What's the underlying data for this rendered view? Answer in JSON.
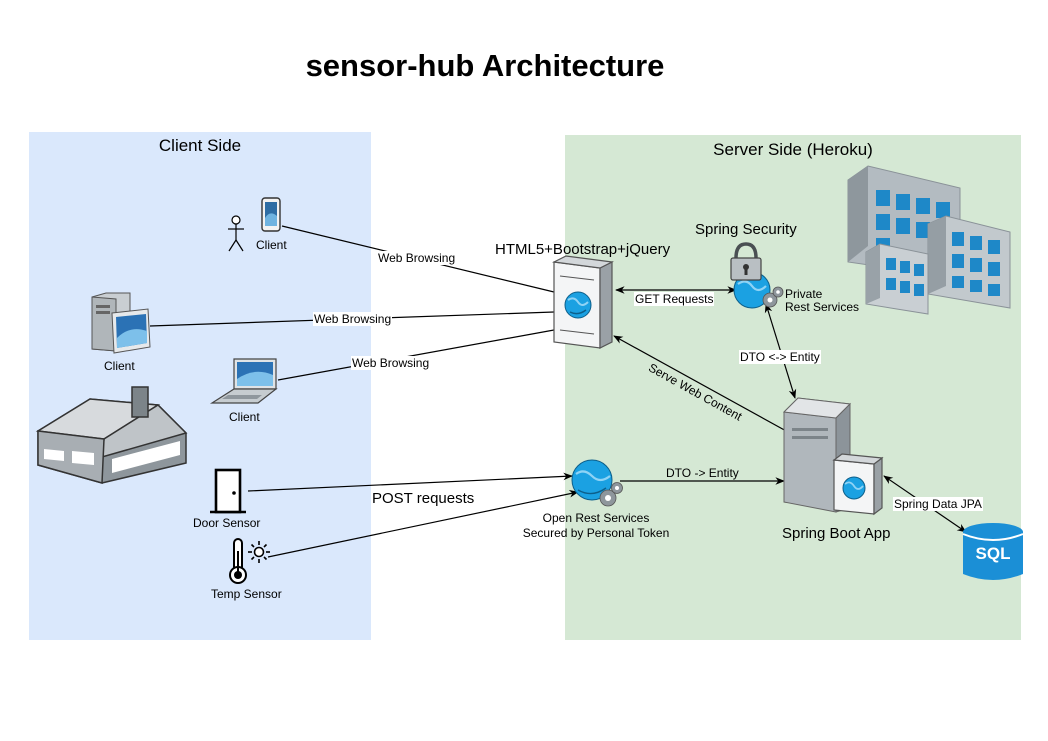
{
  "diagram": {
    "title": "sensor-hub Architecture",
    "zones": {
      "client": {
        "title": "Client Side",
        "fill": "#dae8fc"
      },
      "server": {
        "title": "Server Side (Heroku)",
        "fill": "#d5e8d4"
      }
    },
    "nodes": {
      "mobile_client": {
        "label": "Client",
        "icon": "actor-with-phone-icon"
      },
      "desktop_client": {
        "label": "Client",
        "icon": "desktop-computer-icon"
      },
      "laptop_client": {
        "label": "Client",
        "icon": "laptop-icon"
      },
      "house": {
        "icon": "house-icon"
      },
      "door_sensor": {
        "label": "Door Sensor",
        "icon": "door-icon"
      },
      "temp_sensor": {
        "label": "Temp Sensor",
        "icon": "thermometer-sun-icon"
      },
      "web_server": {
        "label": "HTML5+Bootstrap+jQuery",
        "icon": "web-server-icon"
      },
      "spring_security": {
        "label": "Spring Security",
        "icon": "padlock-globe-icon"
      },
      "private_rest": {
        "label_line1": "Private",
        "label_line2": "Rest Services",
        "icon": "globe-gear-icon"
      },
      "open_rest": {
        "label_line1": "Open Rest Services",
        "label_line2": "Secured by Personal Token",
        "icon": "globe-gear-icon"
      },
      "spring_boot": {
        "label": "Spring Boot App",
        "icon": "server-tower-icon"
      },
      "sql_db": {
        "label": "SQL",
        "icon": "database-cylinder-icon"
      },
      "buildings": {
        "icon": "office-buildings-icon"
      }
    },
    "edges": {
      "mobile_web": {
        "label": "Web Browsing"
      },
      "desktop_web": {
        "label": "Web Browsing"
      },
      "laptop_web": {
        "label": "Web Browsing"
      },
      "get_requests": {
        "label": "GET Requests"
      },
      "serve_web": {
        "label": "Serve Web Content"
      },
      "dto_entity_bidir": {
        "label": "DTO <-> Entity"
      },
      "post_requests": {
        "label": "POST requests"
      },
      "dto_entity": {
        "label": "DTO -> Entity"
      },
      "spring_data_jpa": {
        "label": "Spring Data JPA"
      }
    },
    "colors": {
      "accent_blue": "#1ba1e2",
      "database_blue": "#1b8fd6",
      "building_gray": "#9ea7ad",
      "window_blue": "#1e88c8"
    }
  }
}
